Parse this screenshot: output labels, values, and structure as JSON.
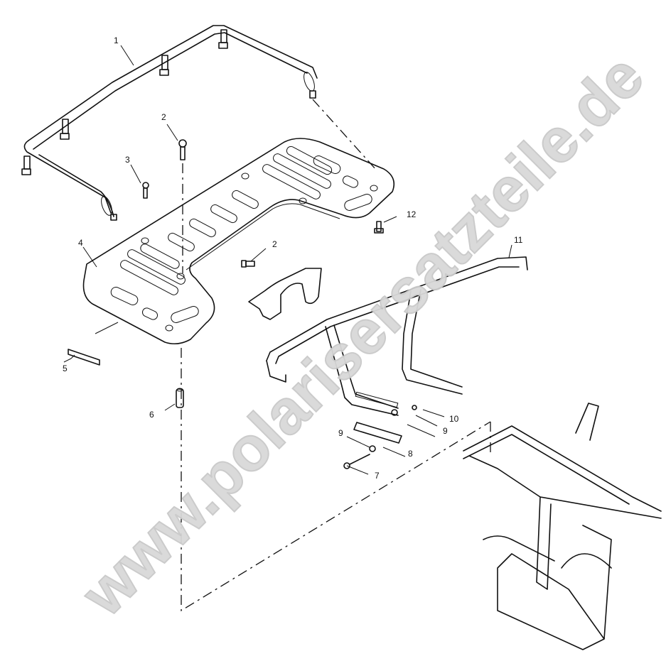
{
  "diagram": {
    "type": "exploded-parts-diagram",
    "subject": "Rear rack assembly",
    "watermark": "www.polarisersatzteile.de",
    "colors": {
      "line": "#111111",
      "background": "#ffffff",
      "watermark": "#d9d9d9"
    },
    "callouts": [
      {
        "id": "c1",
        "label": "1",
        "part": "rack rail (tube rail)"
      },
      {
        "id": "c2a",
        "label": "2",
        "part": "bolt (top)"
      },
      {
        "id": "c3",
        "label": "3",
        "part": "screw"
      },
      {
        "id": "c4",
        "label": "4",
        "part": "rear rack plate"
      },
      {
        "id": "c5",
        "label": "5",
        "part": "reflector/plate"
      },
      {
        "id": "c2b",
        "label": "2",
        "part": "bolt (mid)"
      },
      {
        "id": "c6",
        "label": "6",
        "part": "spacer"
      },
      {
        "id": "c12",
        "label": "12",
        "part": "bolt"
      },
      {
        "id": "c11",
        "label": "11",
        "part": "rack support frame"
      },
      {
        "id": "c10",
        "label": "10",
        "part": "nut"
      },
      {
        "id": "c9a",
        "label": "9",
        "part": "washer (right)"
      },
      {
        "id": "c9b",
        "label": "9",
        "part": "washer (left)"
      },
      {
        "id": "c8",
        "label": "8",
        "part": "mounting plate"
      },
      {
        "id": "c7",
        "label": "7",
        "part": "bolt"
      }
    ]
  }
}
